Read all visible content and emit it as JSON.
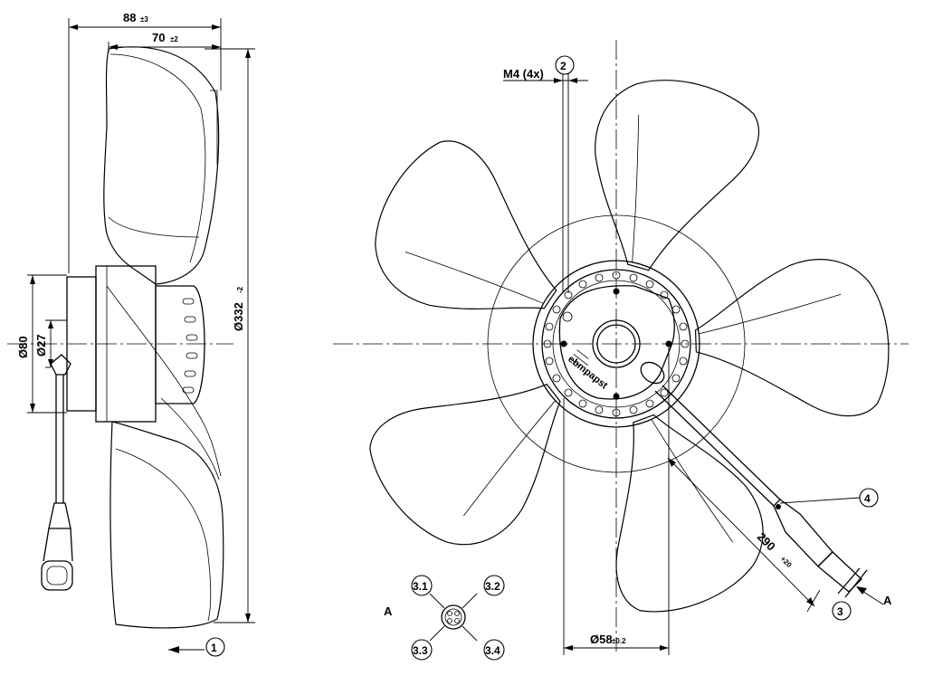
{
  "side_view": {
    "dim_overall_depth": {
      "value": "88",
      "tol": "±3"
    },
    "dim_blade_depth": {
      "value": "70",
      "tol": "±2"
    },
    "dim_diameter_80": "Ø80",
    "dim_diameter_27": "Ø27",
    "dim_fan_diameter": {
      "value": "Ø332",
      "tol": "-2"
    },
    "airflow_balloon": "1"
  },
  "front_view": {
    "thread_label": "M4 (4x)",
    "thread_balloon": "2",
    "cable_length": {
      "value": "290",
      "tol": "+20"
    },
    "cable_balloon": "3",
    "grommet_balloon": "4",
    "view_marker": "A",
    "dim_bolt_circle": {
      "value": "Ø58",
      "tol": "±0.2"
    },
    "brand_label": "ebmpapst"
  },
  "connector_view": {
    "view_marker": "A",
    "pins": [
      "3.1",
      "3.2",
      "3.3",
      "3.4"
    ]
  }
}
